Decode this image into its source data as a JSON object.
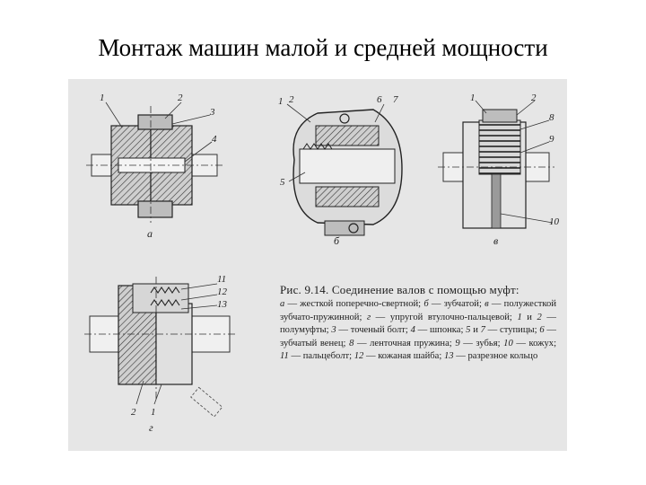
{
  "title": "Монтаж машин малой и средней мощности",
  "figure": {
    "caption_head": "Рис. 9.14. Соединение валов с помощью муфт:",
    "caption_body": [
      {
        "t": "а",
        "i": true
      },
      {
        "t": " — жесткой поперечно-свертной; "
      },
      {
        "t": "б",
        "i": true
      },
      {
        "t": " — зубчатой; "
      },
      {
        "t": "в",
        "i": true
      },
      {
        "t": " — полужесткой зубчато-пружинной; "
      },
      {
        "t": "г",
        "i": true
      },
      {
        "t": " — упругой втулочно-пальцевой; "
      },
      {
        "t": "1",
        "i": true
      },
      {
        "t": " и "
      },
      {
        "t": "2",
        "i": true
      },
      {
        "t": " — полумуфты; "
      },
      {
        "t": "3",
        "i": true
      },
      {
        "t": " — точеный болт; "
      },
      {
        "t": "4",
        "i": true
      },
      {
        "t": " — шпонка; "
      },
      {
        "t": "5",
        "i": true
      },
      {
        "t": " и "
      },
      {
        "t": "7",
        "i": true
      },
      {
        "t": " — ступицы; "
      },
      {
        "t": "6",
        "i": true
      },
      {
        "t": " — зубчатый венец; "
      },
      {
        "t": "8",
        "i": true
      },
      {
        "t": " — ленточная пружина; "
      },
      {
        "t": "9",
        "i": true
      },
      {
        "t": " — зубья; "
      },
      {
        "t": "10",
        "i": true
      },
      {
        "t": " — кожух; "
      },
      {
        "t": "11",
        "i": true
      },
      {
        "t": " — пальцеболт; "
      },
      {
        "t": "12",
        "i": true
      },
      {
        "t": " — кожаная шайба; "
      },
      {
        "t": "13",
        "i": true
      },
      {
        "t": " — разрезное кольцо"
      }
    ],
    "subfigure_labels": {
      "a": "а",
      "b": "б",
      "v": "в",
      "g": "г"
    },
    "part_labels": {
      "a": [
        "1",
        "2",
        "3",
        "4"
      ],
      "b": [
        "1",
        "2",
        "6",
        "7",
        "5"
      ],
      "v": [
        "1",
        "2",
        "8",
        "9",
        "10"
      ],
      "g": [
        "11",
        "12",
        "13",
        "2",
        "1"
      ]
    }
  }
}
